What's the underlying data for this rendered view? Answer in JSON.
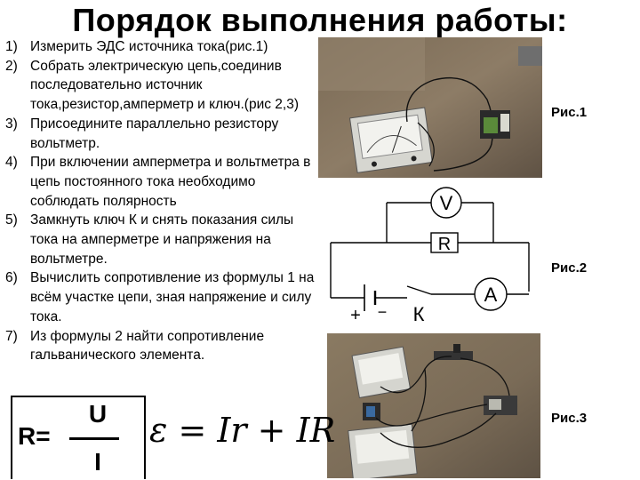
{
  "title": "Порядок выполнения работы:",
  "steps": [
    {
      "num": "1)",
      "text": "Измерить ЭДС источника тока(рис.1)"
    },
    {
      "num": "2)",
      "text": "Собрать электрическую цепь,соединив последовательно источник тока,резистор,амперметр и ключ.(рис 2,3)"
    },
    {
      "num": "3)",
      "text": "Присоедините параллельно резистору вольтметр."
    },
    {
      "num": "4)",
      "text": "При включении амперметра и вольтметра в цепь постоянного тока необходимо соблюдать полярность"
    },
    {
      "num": "5)",
      "text": "Замкнуть ключ К и снять показания силы тока на амперметре и напряжения на вольтметре."
    },
    {
      "num": "6)",
      "text": "Вычислить сопротивление из формулы 1 на всём участке цепи, зная напряжение и силу тока."
    },
    {
      "num": "7)",
      "text": "Из формулы 2 найти сопротивление гальванического элемента."
    }
  ],
  "figures": {
    "fig1": "Рис.1",
    "fig2": "Рис.2",
    "fig3": "Рис.3"
  },
  "circuit": {
    "voltmeter": "V",
    "resistor": "R",
    "ammeter": "A",
    "key": "К",
    "plus": "+",
    "minus": "−"
  },
  "formula1": {
    "lhs": "R=",
    "numerator": "U",
    "denominator": "I"
  },
  "formula2": "ε = Ir + IR"
}
